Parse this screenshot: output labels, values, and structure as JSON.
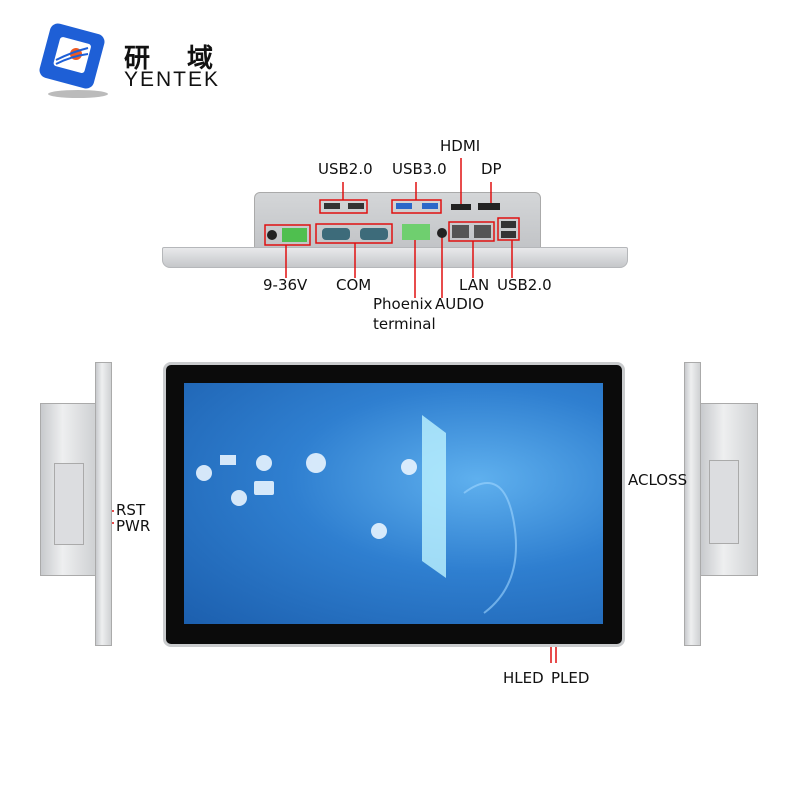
{
  "brand": {
    "name_cn": "研 域",
    "name_en": "YENTEK",
    "logo_colors": [
      "#1e5fd6",
      "#f05a22"
    ]
  },
  "back_panel": {
    "top_labels": {
      "usb2": "USB2.0",
      "usb3": "USB3.0",
      "hdmi": "HDMI",
      "dp": "DP"
    },
    "bottom_labels": {
      "power": "9-36V",
      "com": "COM",
      "phoenix": "Phoenix",
      "phoenix2": "terminal",
      "audio": "AUDIO",
      "lan": "LAN",
      "usb2": "USB2.0"
    }
  },
  "left_side": {
    "rst": "RST",
    "pwr": "PWR"
  },
  "right_side": {
    "acloss": "ACLOSS"
  },
  "front": {
    "hled": "HLED",
    "pled": "PLED"
  },
  "colors": {
    "callout": "#e01010",
    "screen": "#2f7fd0"
  }
}
